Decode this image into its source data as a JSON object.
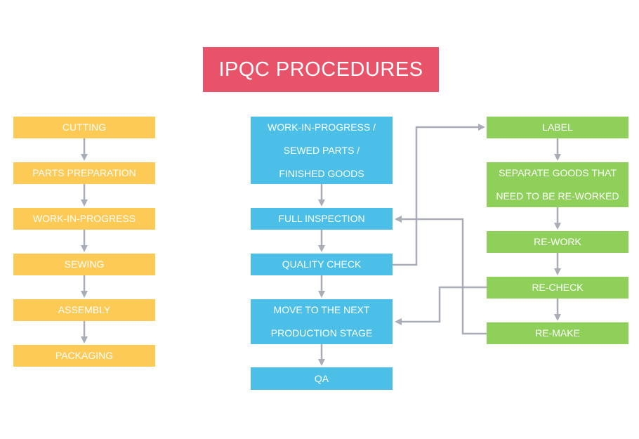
{
  "title": "IPQC PROCEDURES",
  "colors": {
    "title": "#e9536a",
    "left_column": "#fdca55",
    "middle_column": "#4bbfe7",
    "right_column": "#8fd05a",
    "arrow": "#a9adb8"
  },
  "left_column": [
    "CUTTING",
    "PARTS PREPARATION",
    "WORK-IN-PROGRESS",
    "SEWING",
    "ASSEMBLY",
    "PACKAGING"
  ],
  "middle_column": {
    "wip_lines": [
      "WORK-IN-PROGRESS /",
      "SEWED PARTS /",
      "FINISHED GOODS"
    ],
    "full_inspection": "FULL INSPECTION",
    "quality_check": "QUALITY CHECK",
    "next_stage_lines": [
      "MOVE TO THE NEXT",
      "PRODUCTION STAGE"
    ],
    "qa": "QA"
  },
  "right_column": {
    "label": "LABEL",
    "separate_lines": [
      "SEPARATE GOODS THAT",
      "NEED TO BE RE-WORKED"
    ],
    "rework": "RE-WORK",
    "recheck": "RE-CHECK",
    "remake": "RE-MAKE"
  }
}
